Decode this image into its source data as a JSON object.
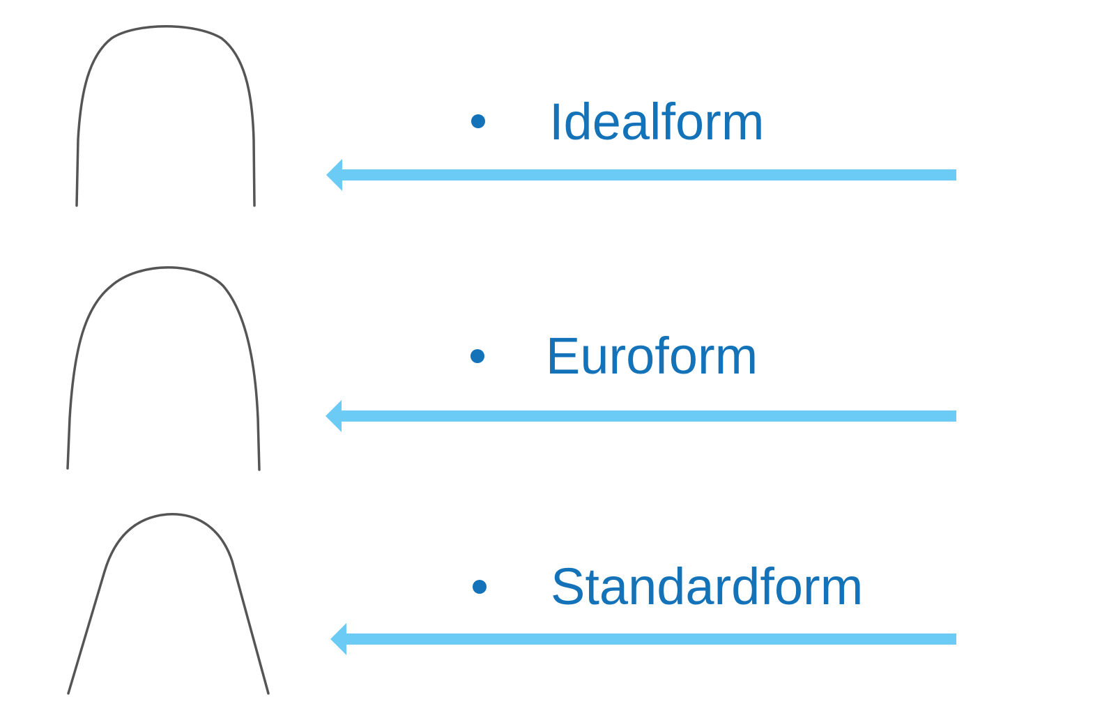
{
  "forms": [
    {
      "label": "Idealform"
    },
    {
      "label": "Euroform"
    },
    {
      "label": "Standardform"
    }
  ],
  "colors": {
    "label_text": "#1472b8",
    "arrow": "#6ccbf4",
    "wire": "#555555"
  },
  "icons": {
    "bullet": "bullet-dot-icon",
    "arrow": "left-arrow-icon",
    "wire": "archwire-icon"
  }
}
